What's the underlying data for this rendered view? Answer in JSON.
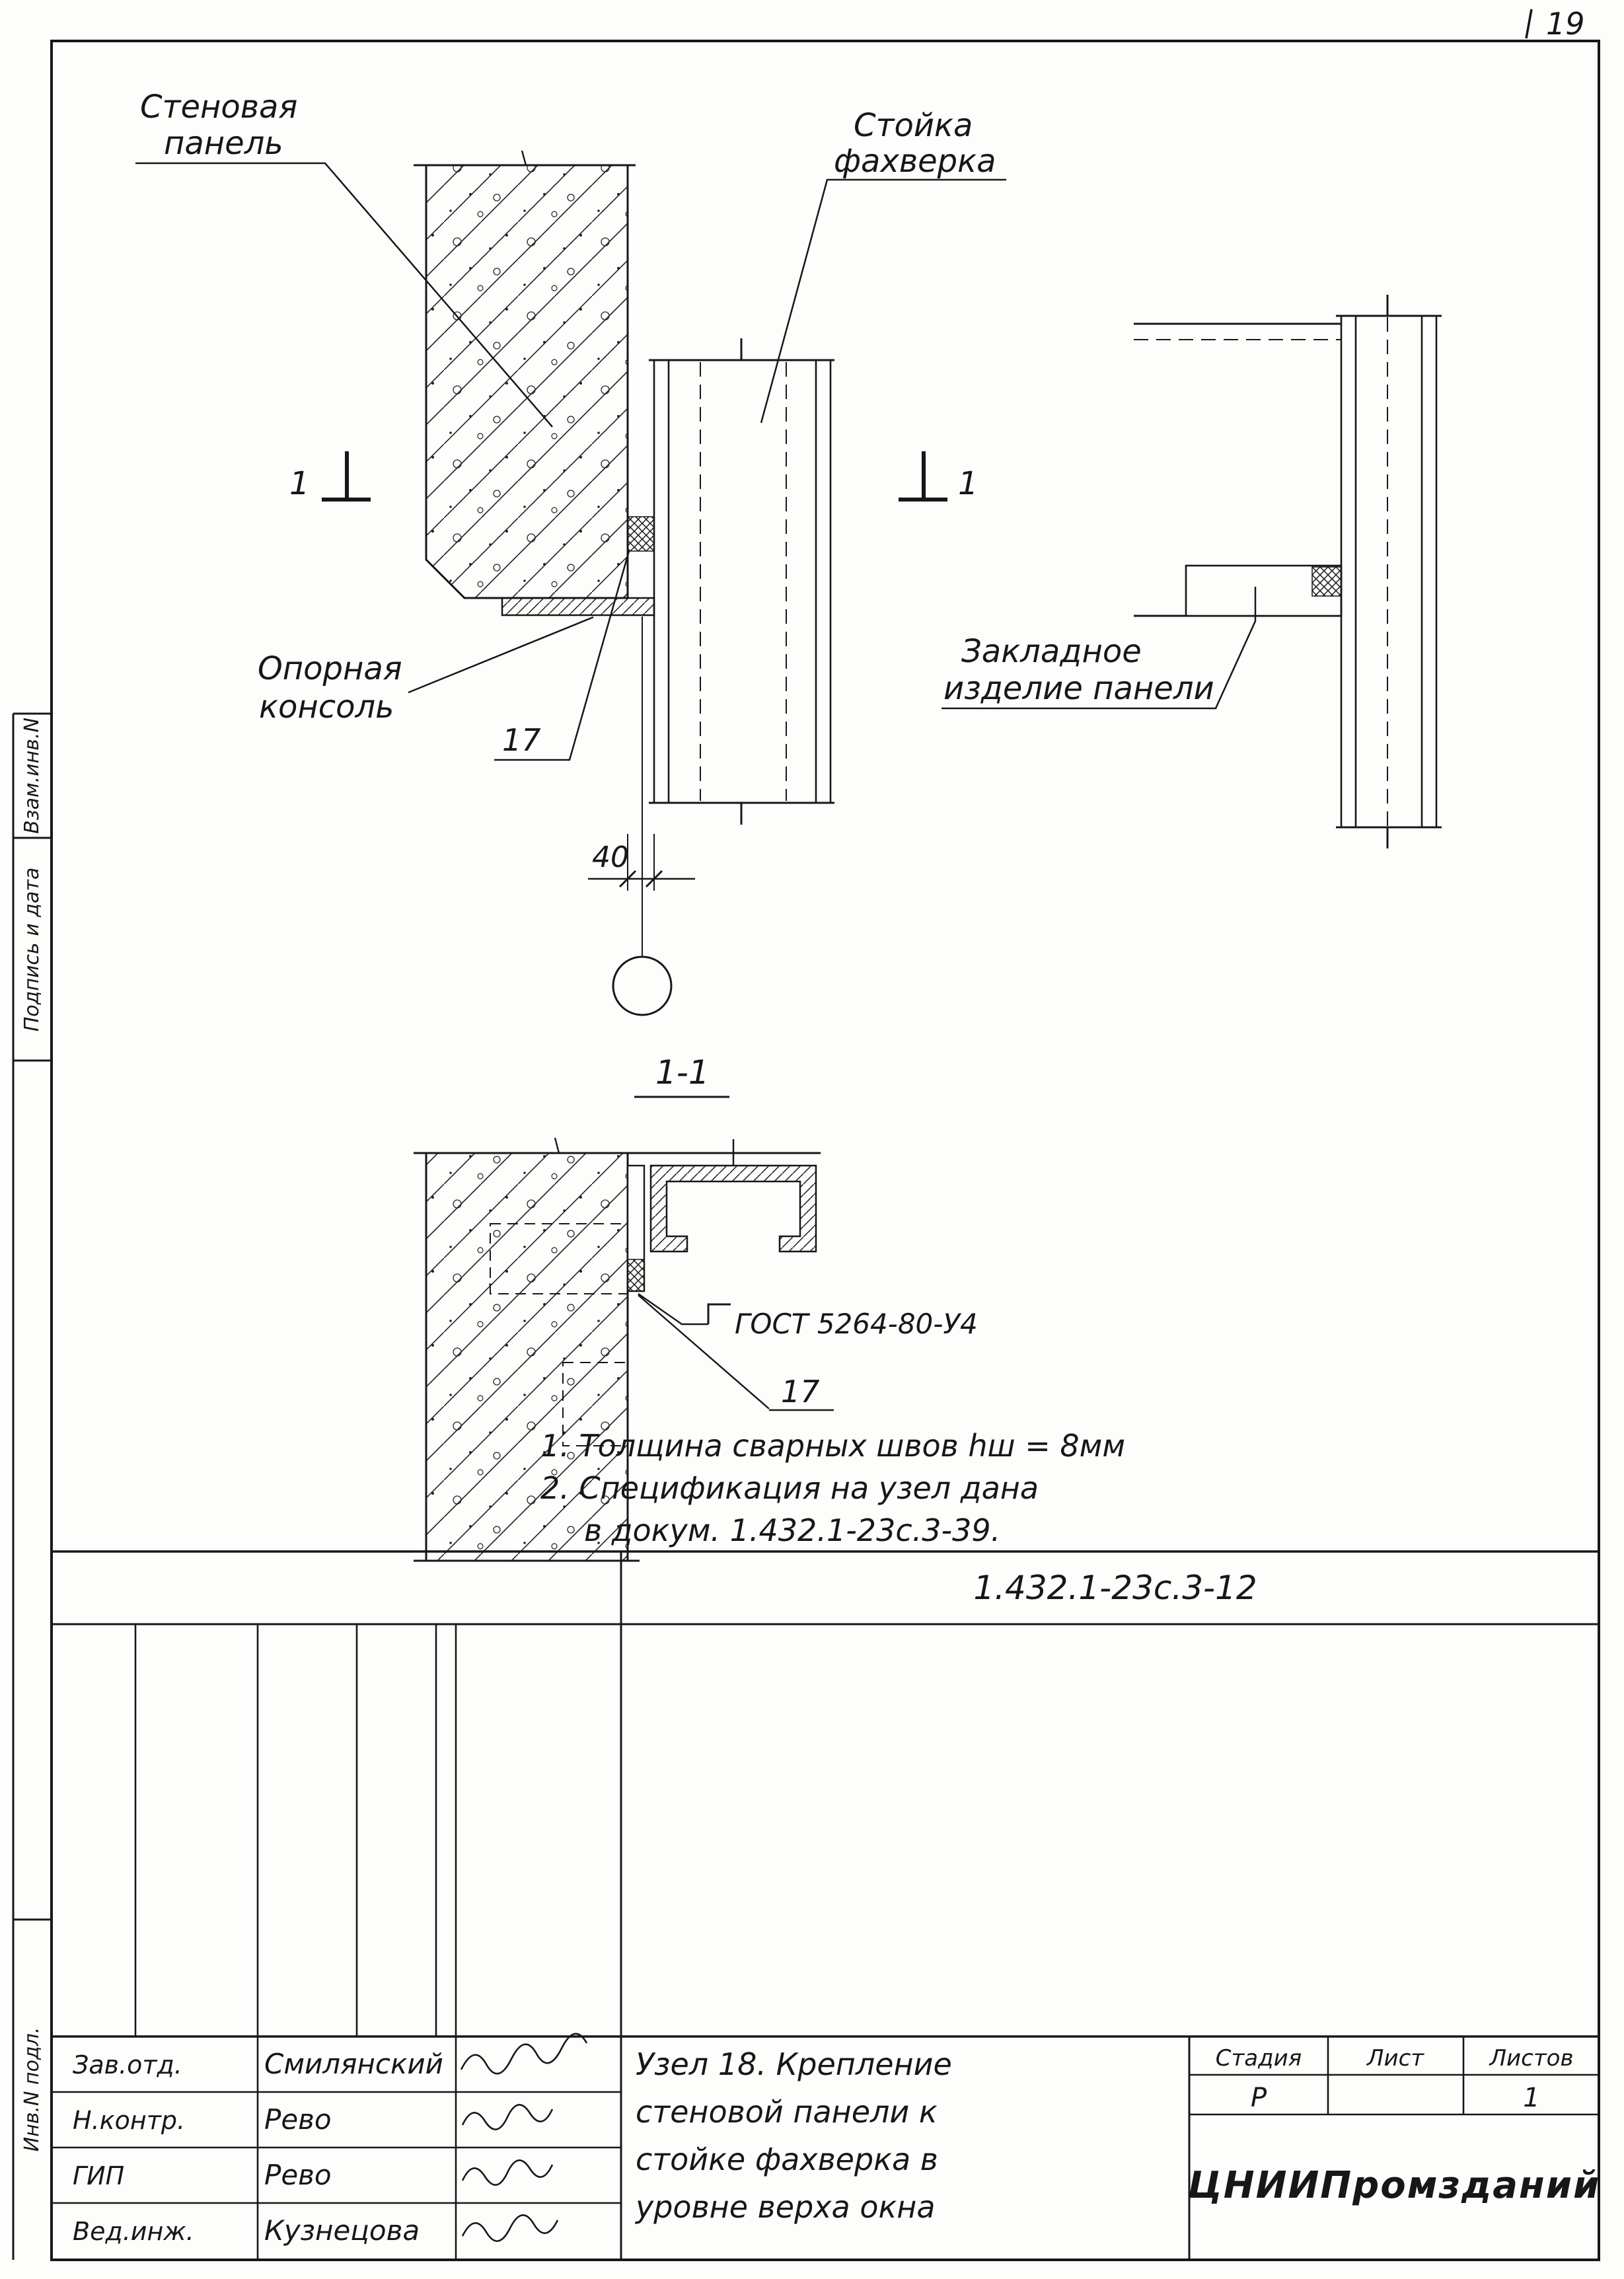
{
  "page": {
    "number": "19"
  },
  "labels": {
    "wall_panel_1": "Стеновая",
    "wall_panel_2": "панель",
    "post_1": "Стойка",
    "post_2": "фахверка",
    "console_1": "Опорная",
    "console_2": "консоль",
    "embedded_1": "Закладное",
    "embedded_2": "изделие панели",
    "section_mark": "1",
    "section_title": "1-1",
    "callout": "17",
    "dim_gap": "40",
    "weld_spec": "ГОСТ 5264-80-У4"
  },
  "notes": {
    "line1": "1.  Толщина   сварных   швов   hш = 8мм",
    "line2": "2.  Спецификация  на  узел  дана",
    "line3": "в докум.   1.432.1-23с.3-39."
  },
  "stamp": {
    "doc_number": "1.432.1-23с.3-12",
    "title_line1": "Узел 18.  Крепление",
    "title_line2": "стеновой  панели  к",
    "title_line3": "стойке  фахверка  в",
    "title_line4": "уровне  верха  окна",
    "stage_header": "Стадия",
    "sheet_header": "Лист",
    "sheets_header": "Листов",
    "stage_value": "Р",
    "sheets_value": "1",
    "organization": "ЦНИИПромзданий",
    "signatures": [
      {
        "role": "Зав.отд.",
        "name": "Смилянский"
      },
      {
        "role": "Н.контр.",
        "name": "Рево"
      },
      {
        "role": "ГИП",
        "name": "Рево"
      },
      {
        "role": "Вед.инж.",
        "name": "Кузнецова"
      }
    ]
  },
  "margin": {
    "top_label": "Взам.инв.N",
    "middle_label": "Подпись и дата",
    "bottom_label": "Инв.N подл."
  }
}
